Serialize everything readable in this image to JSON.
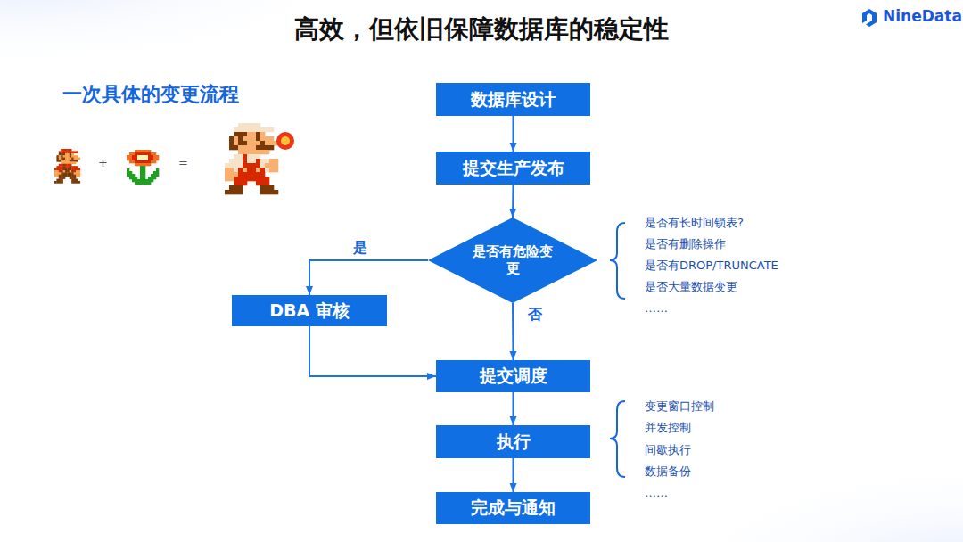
{
  "diagram": {
    "title": "高效，但依旧保障数据库的稳定性",
    "nodes": [
      {
        "text": [
          "数据库设计"
        ]
      },
      {
        "text": [
          "提交生产发布"
        ]
      },
      {
        "text": [
          "是否有危险变更"
        ]
      },
      {
        "text": [
          "DBA 审核"
        ]
      },
      {
        "text": [
          "提交调度"
        ]
      },
      {
        "text": [
          "执行"
        ]
      },
      {
        "text": [
          "完成与通知"
        ]
      }
    ],
    "edges": [
      {
        "from": 0,
        "to": 1,
        "arrow": "to"
      },
      {
        "from": 1,
        "to": 2,
        "arrow": "to"
      },
      {
        "from": 2,
        "to": 3,
        "label": "是",
        "arrow": "to"
      },
      {
        "from": 2,
        "to": 4,
        "label": "否",
        "arrow": "to"
      },
      {
        "from": 3,
        "to": 4,
        "arrow": "to"
      },
      {
        "from": 4,
        "to": 5,
        "arrow": "to"
      },
      {
        "from": 5,
        "to": 6,
        "arrow": "to"
      }
    ],
    "labels": [
      "NineData",
      "一次具体的变更流程",
      "+",
      "=",
      "是否有长时间锁表?",
      "是否有删除操作",
      "是否有DROP/TRUNCATE",
      "是否大量数据变更",
      "……",
      "变更窗口控制",
      "并发控制",
      "间歇执行",
      "数据备份",
      "……"
    ]
  }
}
